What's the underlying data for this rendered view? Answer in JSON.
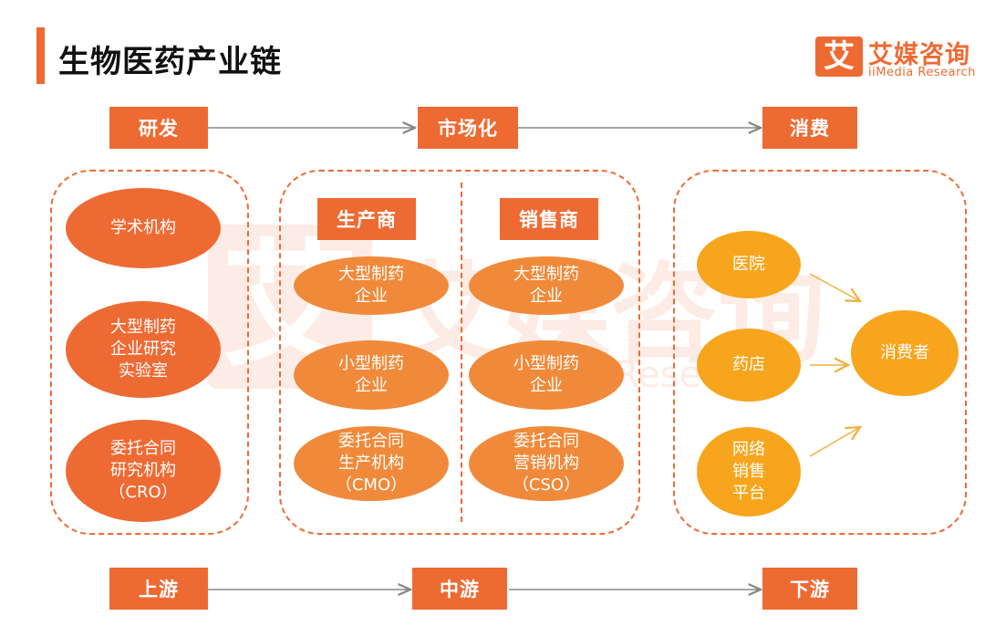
{
  "title": "生物医药产业链",
  "logo": {
    "mark": "艾",
    "name_cn": "艾媒咨询",
    "name_en": "iiMedia Research"
  },
  "flow_top": [
    "研发",
    "市场化",
    "消费"
  ],
  "flow_bottom": [
    "上游",
    "中游",
    "下游"
  ],
  "upstream": {
    "items": [
      "学术机构",
      "大型制药\n企业研究\n实验室",
      "委托合同\n研究机构\n（CRO）"
    ]
  },
  "midstream": {
    "producer": {
      "label": "生产商",
      "items": [
        "大型制药\n企业",
        "小型制药\n企业",
        "委托合同\n生产机构\n（CMO）"
      ]
    },
    "seller": {
      "label": "销售商",
      "items": [
        "大型制药\n企业",
        "小型制药\n企业",
        "委托合同\n营销机构\n（CSO）"
      ]
    }
  },
  "downstream": {
    "channels": [
      "医院",
      "药店",
      "网络\n销售\n平台"
    ],
    "consumer": "消费者"
  },
  "colors": {
    "accent": "#ee6a33",
    "ellipse_mid": "#f08a3a",
    "ellipse_gold": "#f7a51c"
  }
}
